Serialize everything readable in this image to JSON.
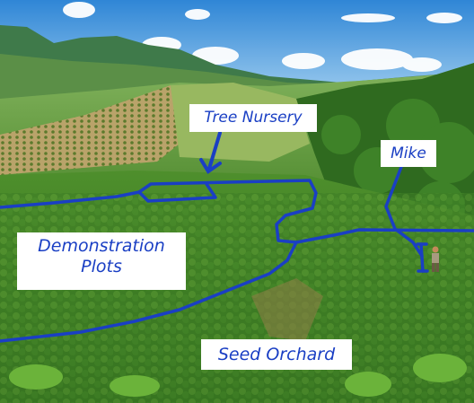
{
  "labels": {
    "tree_nursery": "Tree Nursery",
    "mike": "Mike",
    "demonstration_line1": "Demonstration",
    "demonstration_line2": "Plots",
    "seed_orchard": "Seed Orchard"
  },
  "colors": {
    "annotation_blue": "#1a3fc4",
    "label_background": "#ffffff",
    "sky": "#4a9fe0",
    "foliage": "#3f7a28"
  }
}
